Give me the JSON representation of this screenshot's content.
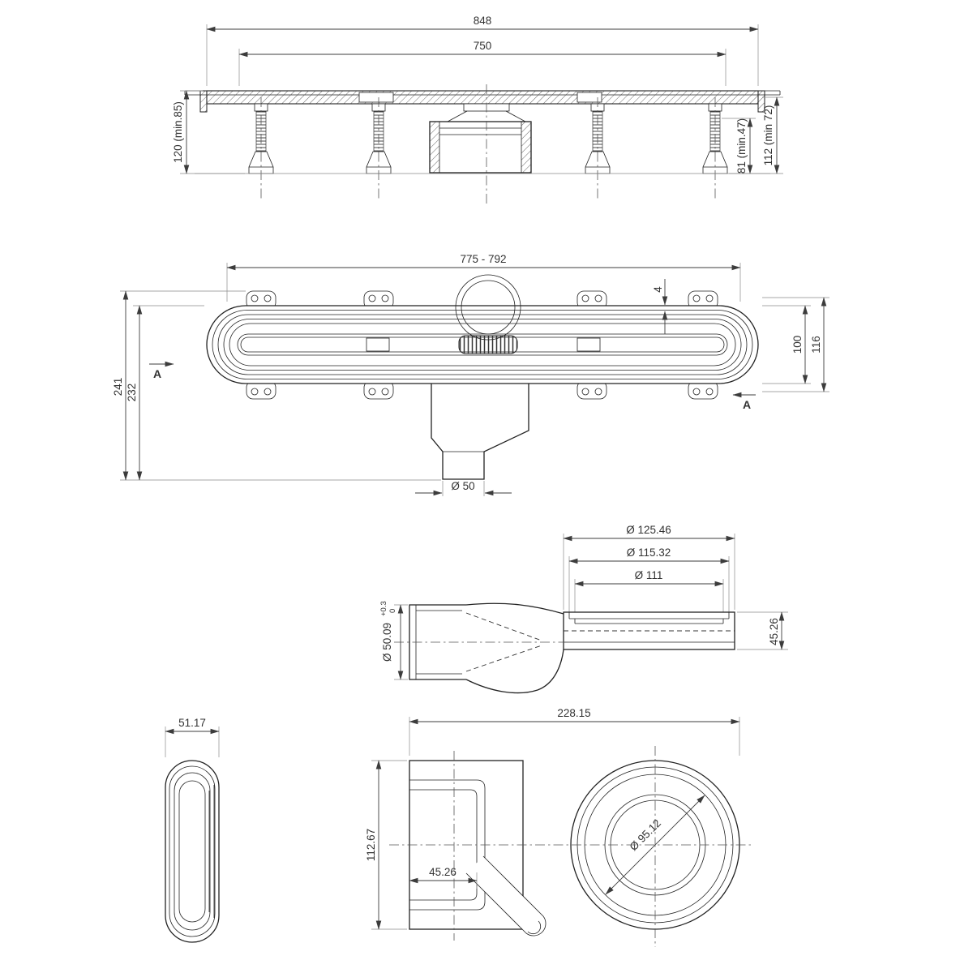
{
  "views": {
    "side": {
      "name": "side-elevation-view",
      "dims": {
        "overall": "848",
        "inner": "750",
        "height_left": "120 (min.85)",
        "height_81": "81 (min.47)",
        "height_112": "112 (min 72)"
      }
    },
    "plan": {
      "name": "plan-view",
      "section_label": "A",
      "dims": {
        "length_range": "775 - 792",
        "len_241": "241",
        "len_232": "232",
        "width_100": "100",
        "width_116": "116",
        "rim_4": "4",
        "outlet": "Ø 50"
      }
    },
    "trap_side": {
      "name": "trap-section-view",
      "dims": {
        "d1": "Ø 125.46",
        "d2": "Ø 115.32",
        "d3": "Ø 111",
        "pipe": "Ø 50.09",
        "pipe_tol_hi": "+0.3",
        "pipe_tol_lo": "0",
        "h": "45.26"
      }
    },
    "end_view": {
      "name": "end-view",
      "dims": {
        "w": "51.17"
      }
    },
    "trap_plan": {
      "name": "trap-plan-view",
      "dims": {
        "len": "228.15",
        "h": "112.67",
        "inner": "45.26",
        "flange": "Ø 95.12"
      }
    }
  }
}
